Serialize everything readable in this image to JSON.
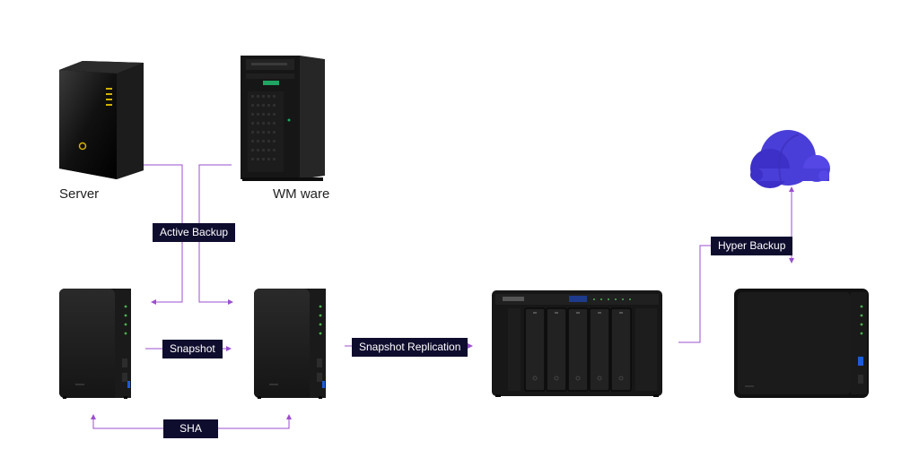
{
  "devices": {
    "server": {
      "label": "Server"
    },
    "vmware": {
      "label": "WM ware"
    }
  },
  "connections": {
    "active_backup": "Active Backup",
    "snapshot": "Snapshot",
    "snapshot_replication": "Snapshot Replication",
    "hyper_backup": "Hyper Backup",
    "sha": "SHA"
  },
  "colors": {
    "connector": "#9b4fcf",
    "label_bg": "#0f0d2e",
    "cloud_dark": "#3a2fc4",
    "cloud_light": "#5546e6"
  },
  "icons": {
    "server": "tower-server-icon",
    "vmware": "tower-server-icon",
    "nas": "nas-icon",
    "cloud": "cloud-icon"
  }
}
